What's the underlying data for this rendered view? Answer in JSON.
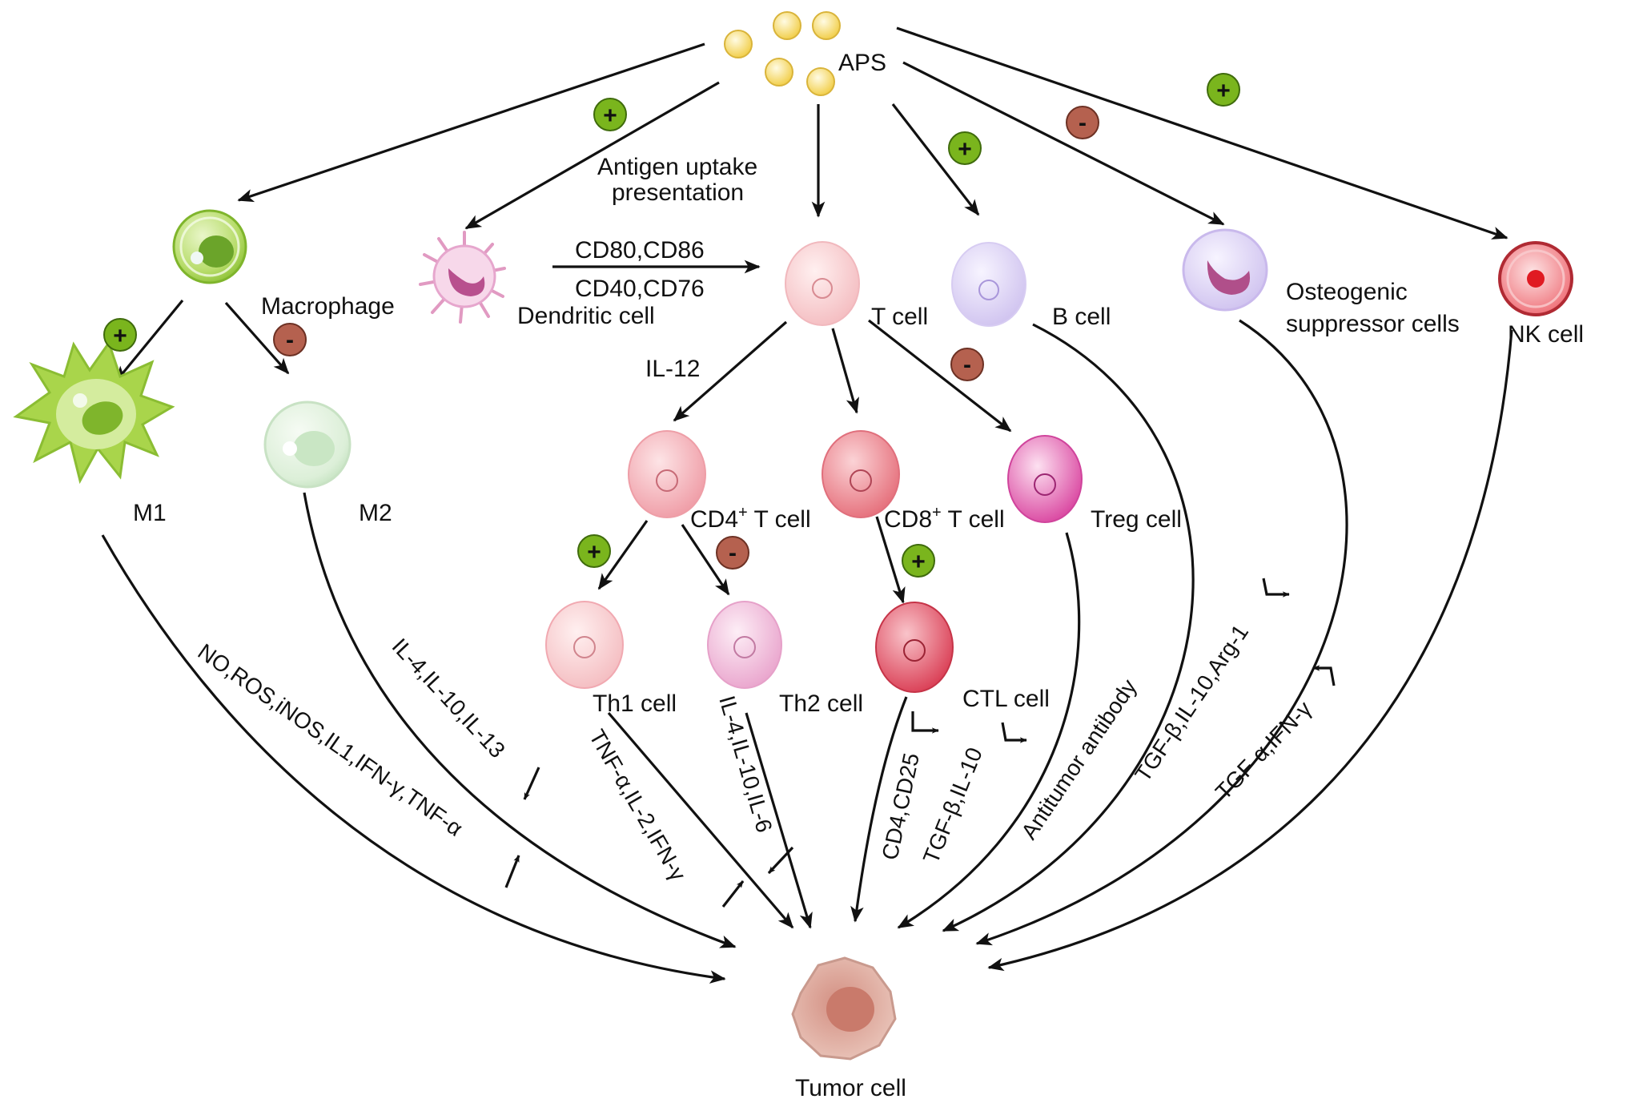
{
  "source": {
    "label": "APS"
  },
  "cells": {
    "macrophage": "Macrophage",
    "dendritic": "Dendritic cell",
    "tcell": "T cell",
    "bcell": "B cell",
    "osteogenic_line1": "Osteogenic",
    "osteogenic_line2": "suppressor cells",
    "nk": "NK cell",
    "m1": "M1",
    "m2": "M2",
    "cd4_base": "CD4",
    "cd8_base": "CD8",
    "superscript_plus": "+",
    "cell_suffix": " T cell",
    "treg": "Treg cell",
    "th1": "Th1 cell",
    "th2": "Th2 cell",
    "ctl": "CTL cell",
    "tumor": "Tumor cell"
  },
  "edge_labels": {
    "antigen_line1": "Antigen uptake",
    "antigen_line2": "presentation",
    "dc_t_top": "CD80,CD86",
    "dc_t_bottom": "CD40,CD76",
    "il12": "IL-12",
    "m1_tumor": "NO,ROS,iNOS,IL1,IFN-γ,TNF-α",
    "m2_tumor": "IL-4,IL-10,IL-13",
    "th1_tumor": "TNF-α,IL-2,IFN-γ",
    "th2_tumor": "IL-4,IL-10,IL-6",
    "ctl_tumor": "CD4,CD25",
    "treg_tumor": "TGF-β,IL-10",
    "b_tumor": "Antitumor antibody",
    "osteo_tumor": "TGF-β,IL-10,Arg-1",
    "nk_tumor": "TGF-α,IFN-γ"
  },
  "signs": {
    "plus": "+",
    "minus": "-"
  },
  "colors": {
    "plus_badge": "#7ab51d",
    "minus_badge": "#b5614f",
    "aps_particle": "#f7dc6a",
    "macrophage": "#9ccc3c",
    "dendritic": "#e8a6c9",
    "tcell": "#f7c7c9",
    "bcell": "#d8cdf2",
    "osteogenic": "#cbbbe8",
    "nk": "#e84850",
    "cd4": "#f4a9b1",
    "cd8": "#ec7d86",
    "treg": "#e05bb4",
    "th1": "#f4b7bd",
    "th2": "#efb6d6",
    "ctl": "#e34f63",
    "tumor": "#dcaea2"
  }
}
